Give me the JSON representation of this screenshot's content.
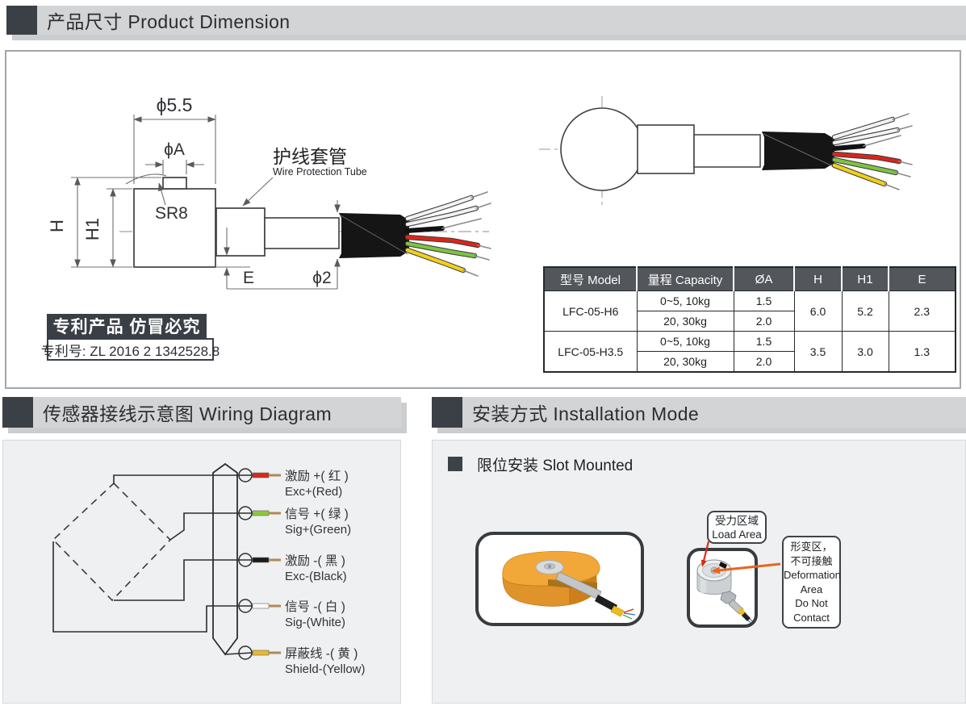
{
  "product_dimension": {
    "title": "产品尺寸 Product Dimension",
    "drawing_labels": {
      "top_width": "ϕ5.5",
      "boss_dia": "ϕA",
      "sphere_radius": "SR8",
      "height_total": "H",
      "height_body": "H1",
      "tube_offset": "E",
      "cable_dia": "ϕ2",
      "tube_cn": "护线套管",
      "tube_en": "Wire Protection Tube"
    },
    "patent": {
      "line1": "专利产品 仿冒必究",
      "line2": "专利号: ZL 2016 2 1342528.8"
    },
    "table": {
      "headers": [
        "型号 Model",
        "量程 Capacity",
        "ØA",
        "H",
        "H1",
        "E"
      ],
      "groups": [
        {
          "model": "LFC-05-H6",
          "row1": {
            "capacity": "0~5, 10kg",
            "a": "1.5"
          },
          "row2": {
            "capacity": "20, 30kg",
            "a": "2.0"
          },
          "h": "6.0",
          "h1": "5.2",
          "e": "2.3"
        },
        {
          "model": "LFC-05-H3.5",
          "row1": {
            "capacity": "0~5, 10kg",
            "a": "1.5"
          },
          "row2": {
            "capacity": "20, 30kg",
            "a": "2.0"
          },
          "h": "3.5",
          "h1": "3.0",
          "e": "1.3"
        }
      ]
    }
  },
  "wiring": {
    "title": "传感器接线示意图 Wiring Diagram",
    "terminals": [
      {
        "cn": "激励 +( 红 )",
        "en": "Exc+(Red)",
        "color": "#d6281c"
      },
      {
        "cn": "信号 +( 绿 )",
        "en": "Sig+(Green)",
        "color": "#8dc63f"
      },
      {
        "cn": "激励 -( 黑 )",
        "en": "Exc-(Black)",
        "color": "#1b1b1b"
      },
      {
        "cn": "信号 -( 白 )",
        "en": "Sig-(White)",
        "color": "#fafafa"
      },
      {
        "cn": "屏蔽线 -( 黄 )",
        "en": "Shield-(Yellow)",
        "color": "#e9b92c"
      }
    ]
  },
  "installation": {
    "title": "安装方式 Installation Mode",
    "mode": "限位安装 Slot Mounted",
    "load_area": {
      "cn": "受力区域",
      "en": "Load Area"
    },
    "deformation": {
      "l1": "形变区，",
      "l2": "不可接触",
      "l3": "Deformation",
      "l4": "Area",
      "l5": "Do Not",
      "l6": "Contact"
    }
  },
  "colors": {
    "dark_block": "#3b4046",
    "header_bar": "#d3d4d6",
    "panel_bg": "#eef0f1",
    "table_header_bg": "#53565b",
    "wire_red": "#d6281c",
    "wire_green": "#8dc63f",
    "wire_black": "#1b1b1b",
    "wire_white": "#fafafa",
    "wire_yellow": "#e9b92c",
    "arrow_red": "#e02815",
    "arrow_orange": "#e8641e",
    "block_orange": "#f2a838"
  }
}
